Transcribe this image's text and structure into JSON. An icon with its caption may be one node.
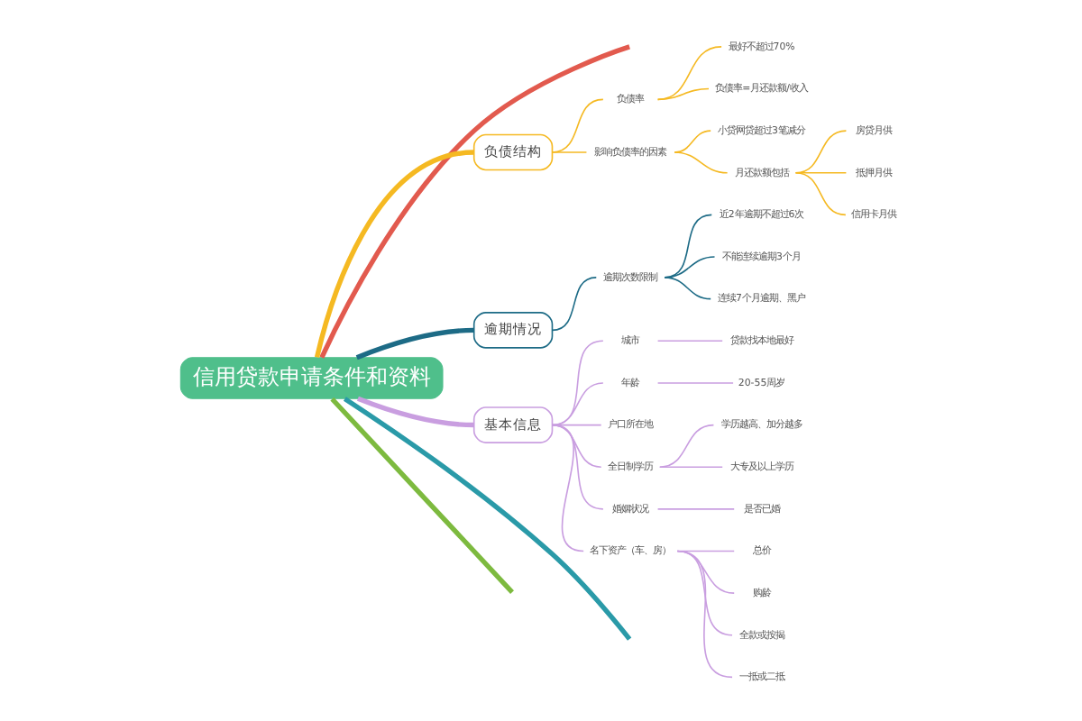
{
  "diagram": {
    "nodes": [
      {
        "text": [
          "信用贷款申请条件和资料"
        ]
      },
      {
        "text": [
          "负债结构"
        ]
      },
      {
        "text": [
          "负债率"
        ]
      },
      {
        "text": [
          "最好不超过70%"
        ]
      },
      {
        "text": [
          "负债率=月还款额/收入"
        ]
      },
      {
        "text": [
          "影响负债率的因素"
        ]
      },
      {
        "text": [
          "小贷网贷超过3笔减分"
        ]
      },
      {
        "text": [
          "月还款额包括"
        ]
      },
      {
        "text": [
          "房贷月供"
        ]
      },
      {
        "text": [
          "抵押月供"
        ]
      },
      {
        "text": [
          "信用卡月供"
        ]
      },
      {
        "text": [
          "逾期情况"
        ]
      },
      {
        "text": [
          "逾期次数限制"
        ]
      },
      {
        "text": [
          "近2年逾期不超过6次"
        ]
      },
      {
        "text": [
          "不能连续逾期3个月"
        ]
      },
      {
        "text": [
          "连续7个月逾期、黑户"
        ]
      },
      {
        "text": [
          "基本信息"
        ]
      },
      {
        "text": [
          "城市"
        ]
      },
      {
        "text": [
          "贷款找本地最好"
        ]
      },
      {
        "text": [
          "年龄"
        ]
      },
      {
        "text": [
          "20-55周岁"
        ]
      },
      {
        "text": [
          "户口所在地"
        ]
      },
      {
        "text": [
          "全日制学历"
        ]
      },
      {
        "text": [
          "学历越高、加分越多"
        ]
      },
      {
        "text": [
          "大专及以上学历"
        ]
      },
      {
        "text": [
          "婚姻状况"
        ]
      },
      {
        "text": [
          "是否已婚"
        ]
      },
      {
        "text": [
          "名下资产（车、房）"
        ]
      },
      {
        "text": [
          "总价"
        ]
      },
      {
        "text": [
          "购龄"
        ]
      },
      {
        "text": [
          "全款或按揭"
        ]
      },
      {
        "text": [
          "一抵或二抵"
        ]
      }
    ],
    "edges": [
      {
        "from": 0,
        "to": null,
        "arrow": "none",
        "style": "thick",
        "color": "#e25a4e"
      },
      {
        "from": 0,
        "to": 1,
        "arrow": "none",
        "style": "thick",
        "color": "#f5b922"
      },
      {
        "from": 1,
        "to": 2,
        "arrow": "none",
        "color": "#f5b922"
      },
      {
        "from": 2,
        "to": 3,
        "arrow": "none",
        "color": "#f5b922"
      },
      {
        "from": 2,
        "to": 4,
        "arrow": "none",
        "color": "#f5b922"
      },
      {
        "from": 1,
        "to": 5,
        "arrow": "none",
        "color": "#f5b922"
      },
      {
        "from": 5,
        "to": 6,
        "arrow": "none",
        "color": "#f5b922"
      },
      {
        "from": 5,
        "to": 7,
        "arrow": "none",
        "color": "#f5b922"
      },
      {
        "from": 7,
        "to": 8,
        "arrow": "none",
        "color": "#f5b922"
      },
      {
        "from": 7,
        "to": 9,
        "arrow": "none",
        "color": "#f5b922"
      },
      {
        "from": 7,
        "to": 10,
        "arrow": "none",
        "color": "#f5b922"
      },
      {
        "from": 0,
        "to": 11,
        "arrow": "none",
        "style": "thick",
        "color": "#1d6b86"
      },
      {
        "from": 11,
        "to": 12,
        "arrow": "none",
        "color": "#1d6b86"
      },
      {
        "from": 12,
        "to": 13,
        "arrow": "none",
        "color": "#1d6b86"
      },
      {
        "from": 12,
        "to": 14,
        "arrow": "none",
        "color": "#1d6b86"
      },
      {
        "from": 12,
        "to": 15,
        "arrow": "none",
        "color": "#1d6b86"
      },
      {
        "from": 0,
        "to": 16,
        "arrow": "none",
        "style": "thick",
        "color": "#c99ee0"
      },
      {
        "from": 16,
        "to": 17,
        "arrow": "none",
        "color": "#c99ee0"
      },
      {
        "from": 17,
        "to": 18,
        "arrow": "none",
        "color": "#c99ee0"
      },
      {
        "from": 16,
        "to": 19,
        "arrow": "none",
        "color": "#c99ee0"
      },
      {
        "from": 19,
        "to": 20,
        "arrow": "none",
        "color": "#c99ee0"
      },
      {
        "from": 16,
        "to": 21,
        "arrow": "none",
        "color": "#c99ee0"
      },
      {
        "from": 16,
        "to": 22,
        "arrow": "none",
        "color": "#c99ee0"
      },
      {
        "from": 22,
        "to": 23,
        "arrow": "none",
        "color": "#c99ee0"
      },
      {
        "from": 22,
        "to": 24,
        "arrow": "none",
        "color": "#c99ee0"
      },
      {
        "from": 16,
        "to": 25,
        "arrow": "none",
        "color": "#c99ee0"
      },
      {
        "from": 25,
        "to": 26,
        "arrow": "none",
        "color": "#c99ee0"
      },
      {
        "from": 16,
        "to": 27,
        "arrow": "none",
        "color": "#c99ee0"
      },
      {
        "from": 27,
        "to": 28,
        "arrow": "none",
        "color": "#c99ee0"
      },
      {
        "from": 27,
        "to": 29,
        "arrow": "none",
        "color": "#c99ee0"
      },
      {
        "from": 27,
        "to": 30,
        "arrow": "none",
        "color": "#c99ee0"
      },
      {
        "from": 27,
        "to": 31,
        "arrow": "none",
        "color": "#c99ee0"
      },
      {
        "from": 0,
        "to": null,
        "arrow": "none",
        "style": "thick",
        "color": "#2a9aa8"
      },
      {
        "from": 0,
        "to": null,
        "arrow": "none",
        "style": "thick",
        "color": "#7dba3f"
      }
    ]
  }
}
